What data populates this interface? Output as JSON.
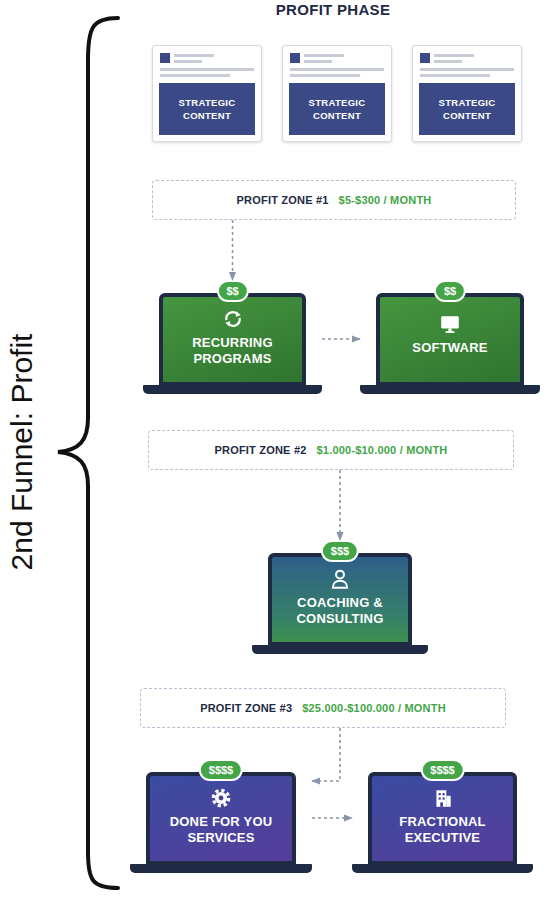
{
  "diagram": {
    "title": "PROFIT PHASE",
    "nodes": [
      {
        "text": [
          "STRATEGIC CONTENT"
        ]
      },
      {
        "text": [
          "STRATEGIC CONTENT"
        ]
      },
      {
        "text": [
          "STRATEGIC CONTENT"
        ]
      },
      {
        "text": [
          "PROFIT ZONE #1",
          "$5-$300 / MONTH"
        ]
      },
      {
        "text": [
          "$$",
          "RECURRING PROGRAMS"
        ]
      },
      {
        "text": [
          "$$",
          "SOFTWARE"
        ]
      },
      {
        "text": [
          "PROFIT ZONE #2",
          "$1.000-$10.000 / MONTH"
        ]
      },
      {
        "text": [
          "$$$",
          "COACHING & CONSULTING"
        ]
      },
      {
        "text": [
          "PROFIT ZONE #3",
          "$25.000-$100.000 / MONTH"
        ]
      },
      {
        "text": [
          "$$$$",
          "DONE FOR YOU SERVICES"
        ]
      },
      {
        "text": [
          "$$$$",
          "FRACTIONAL EXECUTIVE"
        ]
      }
    ],
    "edges": [
      {
        "from": 3,
        "to": 4,
        "arrow": "to"
      },
      {
        "from": 4,
        "to": 5,
        "arrow": "to"
      },
      {
        "from": 6,
        "to": 7,
        "arrow": "to"
      },
      {
        "from": 8,
        "to": 9,
        "arrow": "to"
      },
      {
        "from": 9,
        "to": 10,
        "arrow": "to"
      }
    ],
    "labels": [
      "2nd Funnel: Profit"
    ]
  }
}
